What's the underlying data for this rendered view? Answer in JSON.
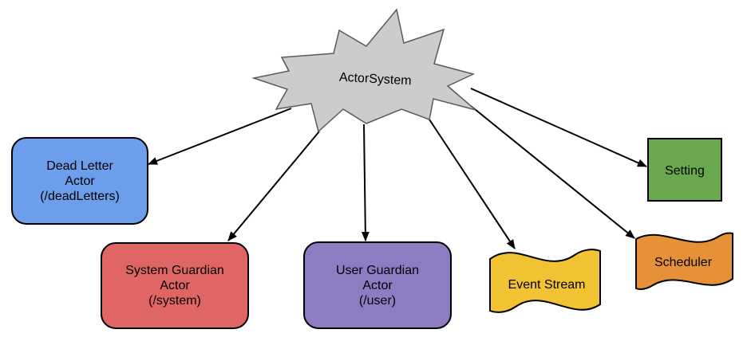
{
  "colors": {
    "star_fill": "#cccccc",
    "dead_letter": "#6d9eeb",
    "system_guardian": "#e06666",
    "user_guardian": "#8e7cc3",
    "event_stream": "#f1c232",
    "scheduler": "#e69138",
    "setting": "#6aa84f",
    "stroke": "#000000"
  },
  "nodes": {
    "actor_system": {
      "label": "ActorSystem",
      "shape": "star"
    },
    "dead_letter": {
      "lines": [
        "Dead Letter",
        "Actor",
        "(/deadLetters)"
      ],
      "shape": "rounded-rectangle"
    },
    "system_guardian": {
      "lines": [
        "System Guardian",
        "Actor",
        "(/system)"
      ],
      "shape": "rounded-rectangle"
    },
    "user_guardian": {
      "lines": [
        "User Guardian",
        "Actor",
        "(/user)"
      ],
      "shape": "rounded-rectangle"
    },
    "event_stream": {
      "label": "Event Stream",
      "shape": "tape"
    },
    "scheduler": {
      "label": "Scheduler",
      "shape": "tape"
    },
    "setting": {
      "label": "Setting",
      "shape": "rectangle"
    }
  },
  "edges": [
    {
      "from": "actor_system",
      "to": "dead_letter"
    },
    {
      "from": "actor_system",
      "to": "system_guardian"
    },
    {
      "from": "actor_system",
      "to": "user_guardian"
    },
    {
      "from": "actor_system",
      "to": "event_stream"
    },
    {
      "from": "actor_system",
      "to": "scheduler"
    },
    {
      "from": "actor_system",
      "to": "setting"
    }
  ]
}
